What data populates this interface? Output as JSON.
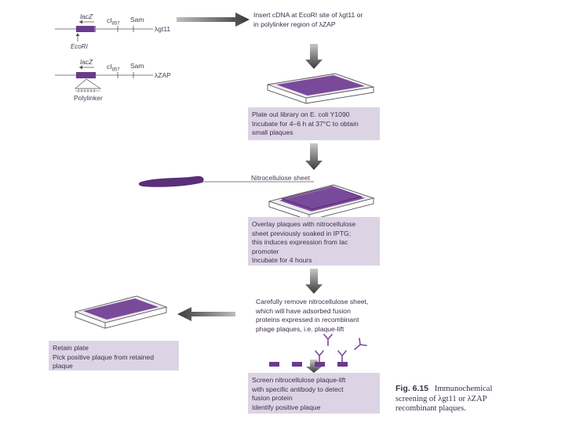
{
  "gene_maps": {
    "gt11": {
      "gene_label": "lacZ",
      "cI_label": "cI",
      "cI_sub": "857",
      "sam_label": "Sam",
      "vector_label": "λgt11",
      "site_label": "EcoRI"
    },
    "zap": {
      "gene_label": "lacZ",
      "cI_label": "cI",
      "cI_sub": "857",
      "sam_label": "Sam",
      "vector_label": "λZAP",
      "site_label": "Polylinker"
    }
  },
  "steps": {
    "step1": {
      "lines": [
        "Insert cDNA at EcoRI site of λgt11 or",
        "in polylinker region of λZAP"
      ]
    },
    "step2": {
      "lines": [
        "Plate out library on E. coli Y1090",
        "Incubate for 4–6 h at 37°C to obtain",
        "small plaques"
      ]
    },
    "step3": {
      "lines": [
        "Overlay plaques with nitrocellulose",
        "sheet previously soaked in IPTG;",
        "this induces expression from lac",
        "promoter",
        "Incubate for 4 hours"
      ]
    },
    "step4": {
      "lines": [
        "Carefully remove nitrocellulose sheet,",
        "which will have adsorbed fusion",
        "proteins expressed in recombinant",
        "phage plaques, i.e. plaque-lift"
      ]
    },
    "step5": {
      "lines": [
        "Screen nitrocellulose plaque-lift",
        "with specific antibody to detect",
        "fusion protein",
        "Identify positive plaque"
      ]
    },
    "step6": {
      "lines": [
        "Retain plate",
        "Pick positive plaque from retained",
        "plaque"
      ]
    }
  },
  "nitro_label": "Nitrocellulose sheet",
  "caption": {
    "fig": "Fig. 6.15",
    "title_line1": "Immunochemical",
    "title_line2": "screening of λgt11 or λZAP",
    "title_line3": "recombinant plaques."
  },
  "colors": {
    "purple": "#6b3a8c",
    "box_fill": "#dcd4e4",
    "plate_fill": "#eeeaf2",
    "arrow": "#555555"
  }
}
